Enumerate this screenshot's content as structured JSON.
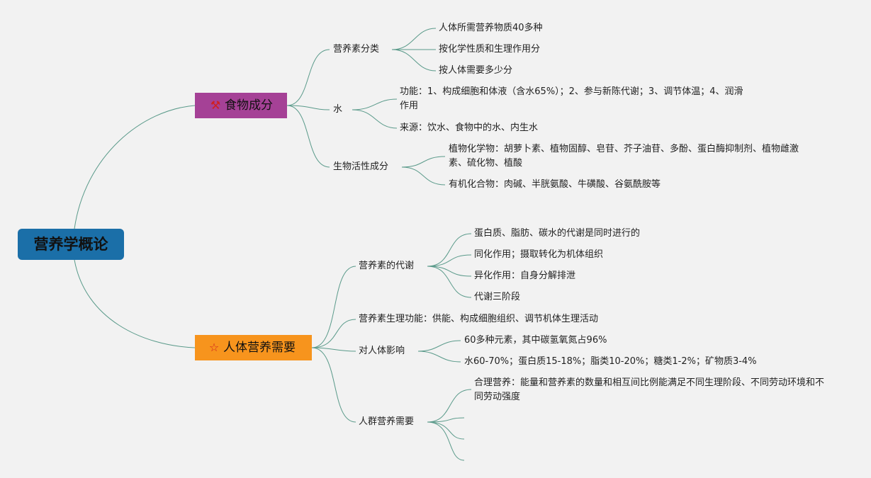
{
  "root": {
    "label": "营养学概论"
  },
  "branches": {
    "food": {
      "label": "食物成分",
      "icon": "tools-icon",
      "color": "#a54196",
      "children": {
        "nutrient_class": {
          "label": "营养素分类",
          "items": [
            "人体所需营养物质40多种",
            "按化学性质和生理作用分",
            "按人体需要多少分"
          ]
        },
        "water": {
          "label": "水",
          "items": [
            "功能：1、构成细胞和体液（含水65%）；2、参与新陈代谢；3、调节体温；4、润滑作用",
            "来源：饮水、食物中的水、内生水"
          ]
        },
        "bioactive": {
          "label": "生物活性成分",
          "items": [
            "植物化学物：胡萝卜素、植物固醇、皂苷、芥子油苷、多酚、蛋白酶抑制剂、植物雌激素、硫化物、植酸",
            "有机化合物：肉碱、半胱氨酸、牛磺酸、谷氨酰胺等"
          ]
        }
      }
    },
    "human": {
      "label": "人体营养需要",
      "icon": "star-icon",
      "color": "#f7941d",
      "children": {
        "metabolism": {
          "label": "营养素的代谢",
          "items": [
            "蛋白质、脂肪、碳水的代谢是同时进行的",
            "同化作用；摄取转化为机体组织",
            "异化作用：自身分解排泄",
            "代谢三阶段"
          ]
        },
        "function": {
          "label": "营养素生理功能：供能、构成细胞组织、调节机体生理活动"
        },
        "effect": {
          "label": "对人体影响",
          "items": [
            "60多种元素，其中碳氢氧氮占96%",
            "水60-70%；蛋白质15-18%；脂类10-20%；糖类1-2%；矿物质3-4%"
          ]
        },
        "population": {
          "label": "人群营养需要",
          "items": [
            "合理营养：能量和营养素的数量和相互间比例能满足不同生理阶段、不同劳动环境和不同劳动强度"
          ]
        }
      }
    }
  },
  "colors": {
    "link": "#5a9a8a",
    "root": "#1b6fa8",
    "background": "#f2f2f2"
  }
}
